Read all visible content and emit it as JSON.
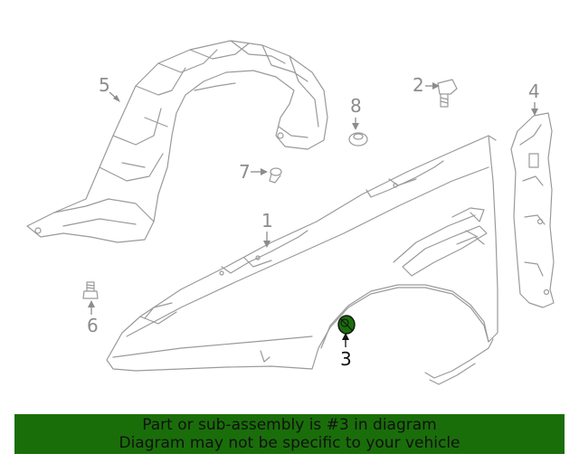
{
  "diagram": {
    "callouts": [
      {
        "number": "1",
        "part": "fender"
      },
      {
        "number": "2",
        "part": "bolt"
      },
      {
        "number": "3",
        "part": "grommet-nut"
      },
      {
        "number": "4",
        "part": "fender-bracket"
      },
      {
        "number": "5",
        "part": "fender-liner"
      },
      {
        "number": "6",
        "part": "stud-bolt"
      },
      {
        "number": "7",
        "part": "clip"
      },
      {
        "number": "8",
        "part": "grommet"
      }
    ],
    "highlighted_callout": "3",
    "highlight_color": "#1a6e0a",
    "line_color": "#9a9a9a"
  },
  "banner": {
    "line1": "Part or sub-assembly is #3 in diagram",
    "line2": "Diagram may not be specific to your vehicle",
    "background": "#1a6e0a"
  }
}
